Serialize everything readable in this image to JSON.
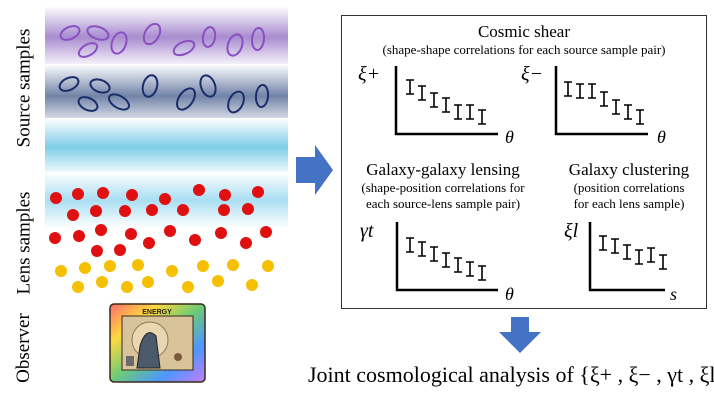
{
  "side_labels": {
    "source": "Source samples",
    "lens": "Lens samples",
    "observer": "Observer"
  },
  "observer_badge_text": "ENERGY",
  "panels": {
    "cosmic_shear": {
      "title": "Cosmic shear",
      "subtitle": "(shape-shape correlations for each source sample pair)",
      "plots": [
        {
          "y": "ξ+",
          "x": "θ"
        },
        {
          "y": "ξ−",
          "x": "θ"
        }
      ]
    },
    "ggl": {
      "title": "Galaxy-galaxy lensing",
      "subtitle_lines": [
        "(shape-position correlations for",
        "each source-lens sample pair)"
      ],
      "y": "γt",
      "x": "θ"
    },
    "clustering": {
      "title": "Galaxy clustering",
      "subtitle_lines": [
        "(position correlations",
        "for each lens sample)"
      ],
      "y": "ξl",
      "x": "s"
    }
  },
  "bottom_caption": "Joint cosmological analysis of {ξ+ , ξ− , γt , ξl}",
  "colors": {
    "arrow": "#4472c4",
    "purple_band": "#9b7bc4",
    "purple_ellipse": "#8a4fc0",
    "navy_band": "#6f7ea6",
    "navy_ellipse": "#1a2d6b",
    "cyan_band": "#8fd3ea",
    "red_dot": "#e01010",
    "yellow_dot": "#f5c000"
  }
}
